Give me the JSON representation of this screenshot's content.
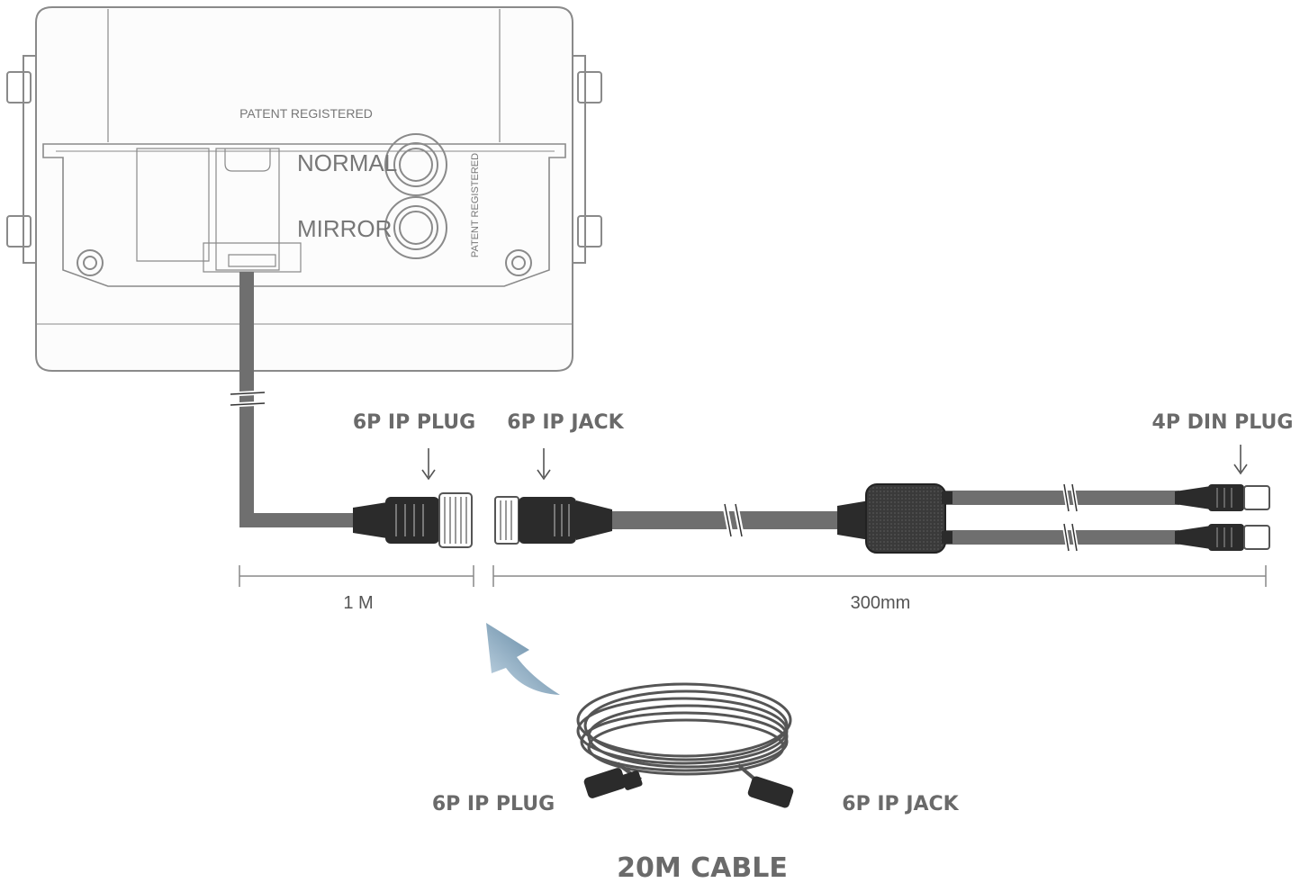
{
  "camera": {
    "patent_top": "PATENT REGISTERED",
    "patent_side": "PATENT REGISTERED",
    "normal_label": "NORMAL",
    "mirror_label": "MIRROR"
  },
  "connectors": {
    "plug_6p": "6P IP PLUG",
    "jack_6p": "6P IP JACK",
    "din_4p": "4P DIN PLUG"
  },
  "dimensions": {
    "left": "1 M",
    "right": "300mm"
  },
  "cable": {
    "plug_label": "6P IP PLUG",
    "jack_label": "6P IP JACK",
    "title": "20M CABLE"
  },
  "colors": {
    "outline": "#8a8a8a",
    "cable": "#6f6f6f",
    "connector": "#2b2b2b",
    "arrow_blue": "#5b7f9b"
  }
}
